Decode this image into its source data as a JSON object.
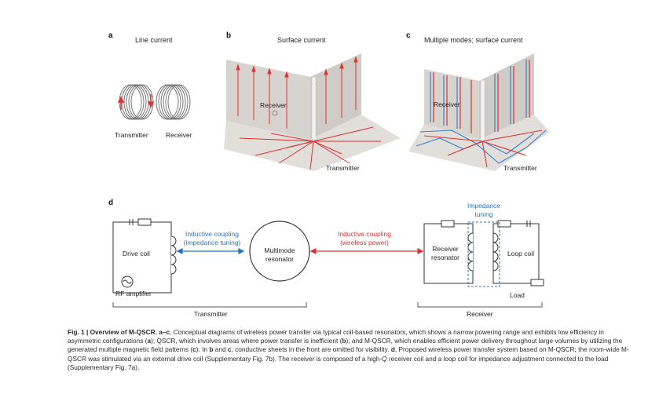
{
  "panels": {
    "a": {
      "letter": "a",
      "title": "Line current",
      "transmitter": "Transmitter",
      "receiver": "Receiver"
    },
    "b": {
      "letter": "b",
      "title": "Surface current",
      "receiver": "Receiver",
      "transmitter": "Transmitter"
    },
    "c": {
      "letter": "c",
      "title": "Multiple modes; surface current",
      "receiver": "Receiver",
      "transmitter": "Transmitter"
    },
    "d": {
      "letter": "d",
      "drive_coil": "Drive coil",
      "rf_amplifier": "RF amplifier",
      "inductive_coupling_1": "Inductive coupling",
      "impedance_tuning_paren": "(impedance tuning)",
      "multimode": "Multimode",
      "resonator": "resonator",
      "inductive_coupling_2": "Inductive coupling",
      "wireless_power": "(wireless power)",
      "impedance": "Impedance",
      "tuning": "tuning",
      "receiver_resonator_1": "Receiver",
      "receiver_resonator_2": "resonator",
      "loop_coil": "Loop coil",
      "load": "Load",
      "transmitter": "Transmitter",
      "receiver": "Receiver"
    }
  },
  "colors": {
    "accent_red": "#e03030",
    "accent_blue": "#2a73c0",
    "wall": "#d9d6d2"
  },
  "caption": {
    "fig_label": "Fig. 1 | Overview of M-QSCR.",
    "bold_ac": "a",
    "dash_c": "–c",
    "sent1": ", Conceptual diagrams of wireless power transfer via typical coil-based resonators, which shows a narrow powering range and exhibits low efficiency in asymmetric configurations (",
    "ref_a": "a",
    "sent2": "); QSCR, which involves areas where power transfer is inefficient (",
    "ref_b": "b",
    "sent3": "); and M-QSCR, which enables efficient power delivery throughout large volumes by utilizing the generated multiple magnetic field patterns (",
    "ref_c": "c",
    "sent4": "). In ",
    "ref_b2": "b",
    "and": " and ",
    "ref_c2": "c",
    "sent5": ", conductive sheets in the front are omitted for visibility. ",
    "ref_d": "d",
    "sent6": ", Proposed wireless power transfer system based on M-QSCR; the room-wide M-QSCR was stimulated via an external drive coil (Supplementary Fig. 7b). The receiver is composed of a high-",
    "q": "Q",
    "sent7": " receiver coil and a loop coil for impedance adjustment connected to the load (Supplementary Fig. 7a)."
  }
}
